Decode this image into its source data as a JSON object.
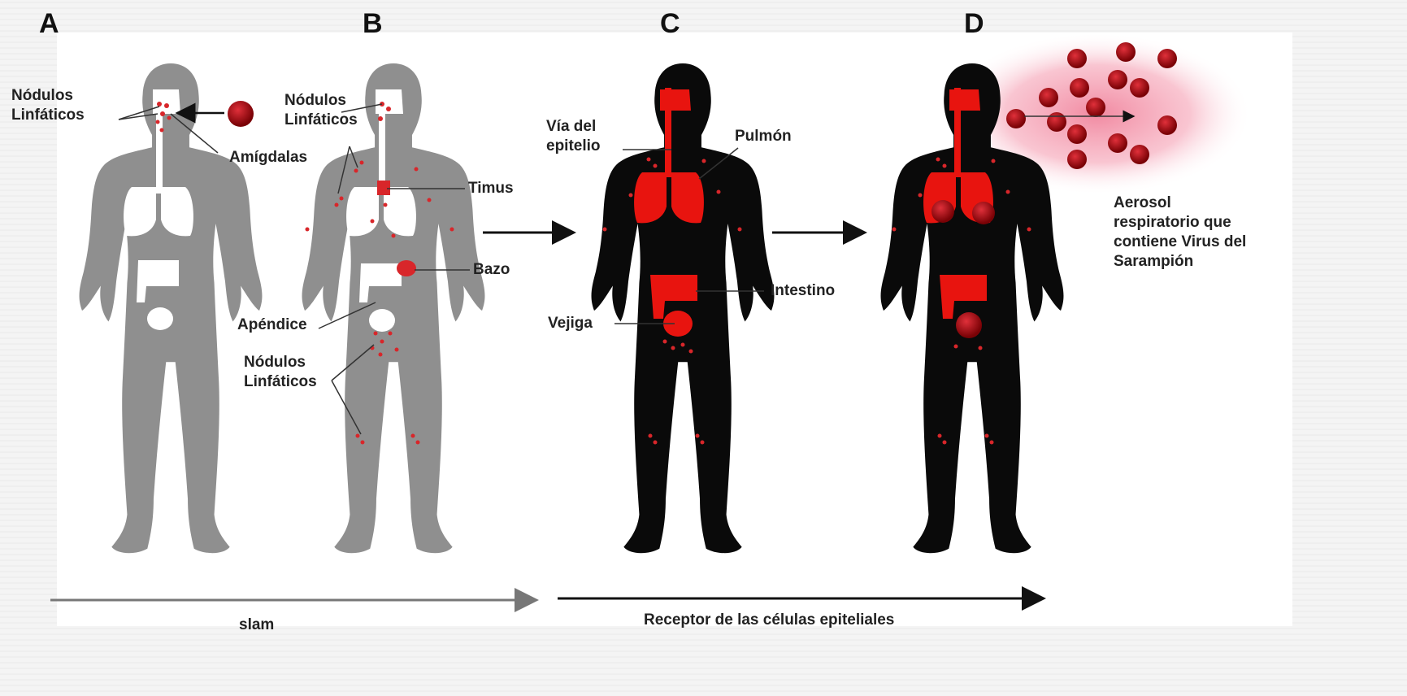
{
  "panels": {
    "a": "A",
    "b": "B",
    "c": "C",
    "d": "D"
  },
  "labels": {
    "a_nodulos_1": "Nódulos",
    "a_nodulos_2": "Linfáticos",
    "a_amigdalas": "Amígdalas",
    "b_nodulos_1": "Nódulos",
    "b_nodulos_2": "Linfáticos",
    "b_timus": "Timus",
    "b_bazo": "Bazo",
    "b_apendice": "Apéndice",
    "b_nodulos_low_1": "Nódulos",
    "b_nodulos_low_2": "Linfáticos",
    "c_via_1": "Vía del",
    "c_via_2": "epitelio",
    "c_pulmon": "Pulmón",
    "c_intestino": "Intestino",
    "c_vejiga": "Vejiga",
    "d_aerosol_1": "Aerosol",
    "d_aerosol_2": "respiratorio  que",
    "d_aerosol_3": "contiene Virus del",
    "d_aerosol_4": "Sarampión"
  },
  "bottom": {
    "left_label": "slam",
    "right_label": "Receptor de las células epiteliales"
  },
  "colors": {
    "body_gray": "#8f8f8f",
    "body_black": "#0a0a0a",
    "organ_red": "#e8140f",
    "virus_red": "#b3060a",
    "text": "#222222"
  }
}
